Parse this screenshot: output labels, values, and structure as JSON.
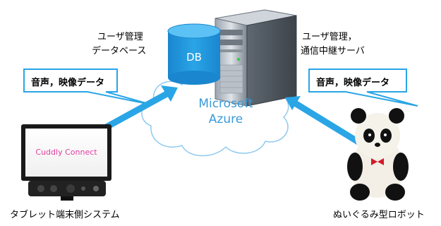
{
  "db": {
    "label": "DB",
    "caption_line1": "ユーザ管理",
    "caption_line2": "データベース"
  },
  "server": {
    "caption_line1": "ユーザ管理，",
    "caption_line2": "通信中継サーバ"
  },
  "cloud": {
    "line1": "Microsoft",
    "line2": "Azure"
  },
  "callout_left": {
    "text": "音声，映像データ"
  },
  "callout_right": {
    "text": "音声，映像データ"
  },
  "tablet": {
    "screen_text": "Cuddly Connect",
    "caption": "タブレット端末側システム"
  },
  "robot": {
    "caption": "ぬいぐるみ型ロボット"
  },
  "colors": {
    "arrow": "#2aa5e6",
    "db_top": "#3fb3f0",
    "db_body": "#1f8fd6",
    "cloud_text": "#3a9ad9",
    "callout_border": "#2aa5e6",
    "screen_text": "#e040a0"
  }
}
